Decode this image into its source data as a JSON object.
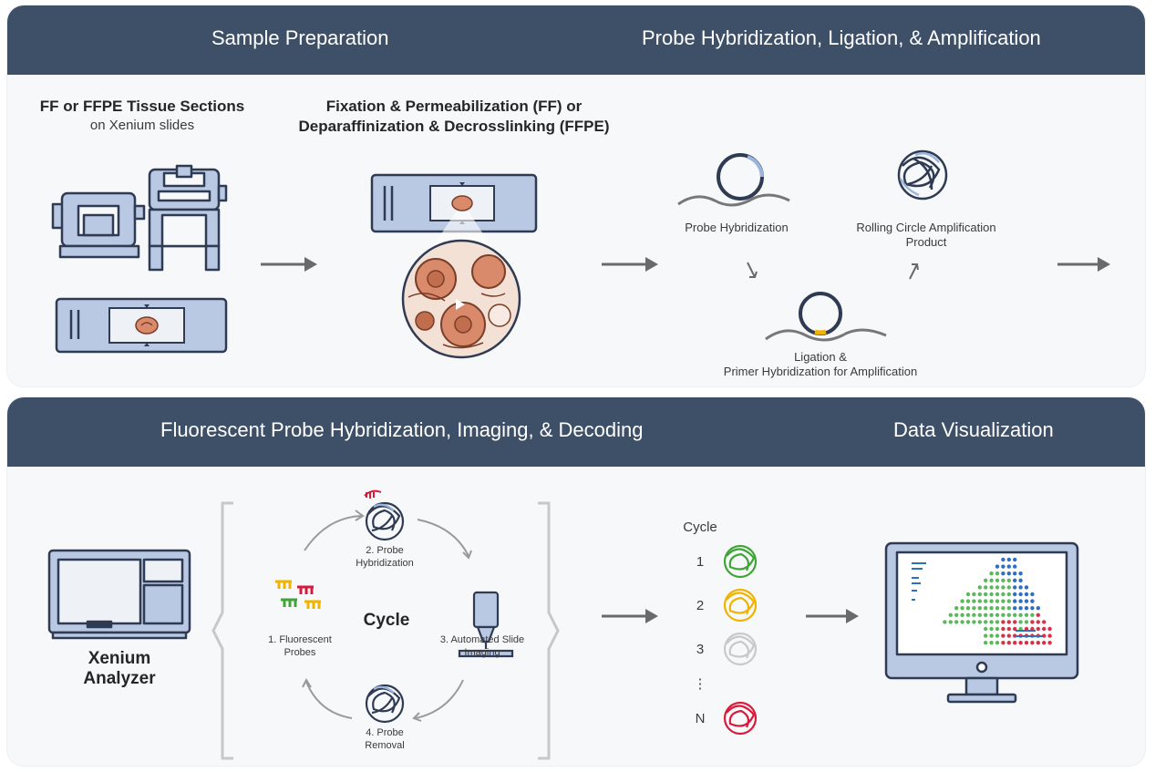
{
  "sections": {
    "sample_preparation": "Sample Preparation",
    "probe_hybridization": "Probe Hybridization, Ligation, & Amplification",
    "fluorescent": "Fluorescent Probe Hybridization, Imaging, & Decoding",
    "data_visualization": "Data Visualization"
  },
  "tissue": {
    "title": "FF or FFPE Tissue Sections",
    "subtitle": "on Xenium slides"
  },
  "fixation": {
    "line1": "Fixation & Permeabilization (FF) or",
    "line2": "Deparaffinization & Decrosslinking (FFPE)"
  },
  "probe_steps": {
    "hybridization": "Probe Hybridization",
    "rca_line1": "Rolling Circle Amplification",
    "rca_line2": "Product",
    "ligation_line1": "Ligation &",
    "ligation_line2": "Primer Hybridization for Amplification"
  },
  "analyzer": {
    "line1": "Xenium",
    "line2": "Analyzer"
  },
  "cycle": {
    "center": "Cycle",
    "step1_line1": "1. Fluorescent",
    "step1_line2": "Probes",
    "step2_line1": "2. Probe",
    "step2_line2": "Hybridization",
    "step3_line1": "3. Automated Slide",
    "step3_line2": "Imaging",
    "step4_line1": "4. Probe",
    "step4_line2": "Removal"
  },
  "decoding": {
    "header": "Cycle",
    "rows": [
      "1",
      "2",
      "3",
      "⋮",
      "N"
    ],
    "colors": [
      "#3fa535",
      "#f0b400",
      "#c9c9c9",
      "",
      "#d81b3c"
    ]
  },
  "colors": {
    "banner": "#3e5068",
    "panel": "#f7f8fa",
    "instrument_fill": "#b9c8e3",
    "outline": "#2f3b52",
    "tissue": "#d98a6a",
    "arrow": "#6a6a6a",
    "dot_green": "#5cb85c",
    "dot_blue": "#2e6fc4",
    "dot_red": "#d6324a"
  }
}
